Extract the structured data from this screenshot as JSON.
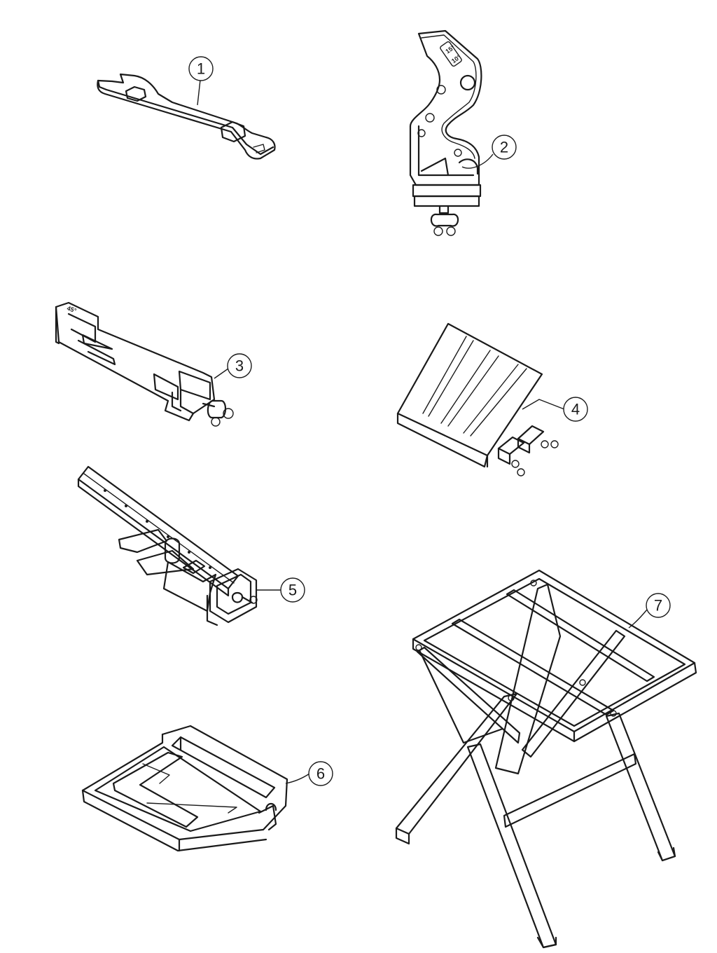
{
  "callouts": [
    {
      "label": "1",
      "part": "wrench"
    },
    {
      "label": "2",
      "part": "miter-guide-plate"
    },
    {
      "label": "3",
      "part": "rip-guide-bar"
    },
    {
      "label": "4",
      "part": "angled-table-extension"
    },
    {
      "label": "5",
      "part": "cutting-guide-assembly"
    },
    {
      "label": "6",
      "part": "side-extension-tray"
    },
    {
      "label": "7",
      "part": "folding-stand"
    }
  ],
  "markings": {
    "plate_angle": "15°",
    "plate_angle_alt": "10°",
    "bar_end": "45°"
  }
}
